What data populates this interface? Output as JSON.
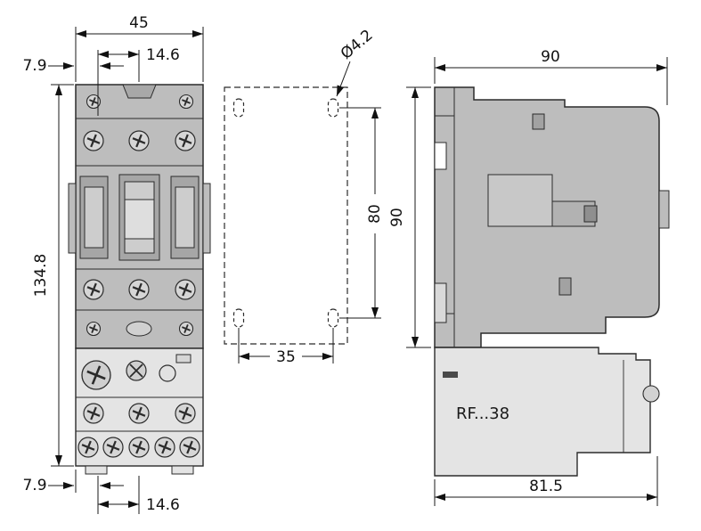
{
  "drawing": {
    "front_view": {
      "width": "45",
      "offset_top": "14.6",
      "edge_top": "7.9",
      "height": "134.8",
      "edge_bottom": "7.9",
      "offset_bottom": "14.6"
    },
    "mounting_plan": {
      "hole_diameter": "Ø4.2",
      "vertical_pitch": "80",
      "horizontal_pitch": "35"
    },
    "side_view": {
      "depth_top": "90",
      "height": "90",
      "depth_bottom": "81.5",
      "model_label": "RF...38"
    }
  },
  "palette": {
    "contactor_fill": "#bdbdbd",
    "relay_fill": "#e4e4e4",
    "line_color": "#1a1a1a"
  }
}
